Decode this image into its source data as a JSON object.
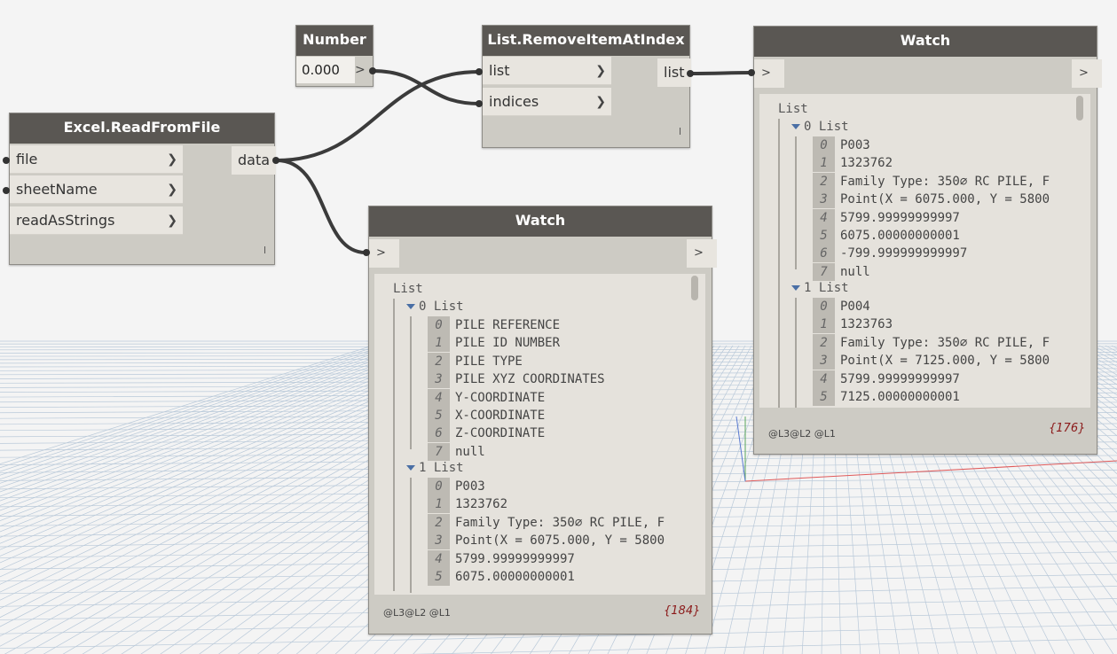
{
  "canvas": {
    "background": "#f4f4f4",
    "grid_color": "#b9c9d9"
  },
  "colors": {
    "header": "#5a5753",
    "node_body": "#cdcbc4",
    "port": "#e8e5df",
    "wire": "#3b3b3b",
    "count": "#8b1a1a"
  },
  "nodes": {
    "number": {
      "title": "Number",
      "value": "0.000",
      "arrow": ">"
    },
    "remove": {
      "title": "List.RemoveItemAtIndex",
      "inputs": [
        "list",
        "indices"
      ],
      "output": "list",
      "lacing": "l"
    },
    "excel": {
      "title": "Excel.ReadFromFile",
      "inputs": [
        "file",
        "sheetName",
        "readAsStrings"
      ],
      "output": "data",
      "lacing": "l"
    }
  },
  "watch1": {
    "title": "Watch",
    "in_arrow": ">",
    "out_arrow": ">",
    "root": "List",
    "groups": [
      {
        "label": "0 List",
        "items": [
          "PILE REFERENCE",
          "PILE ID NUMBER",
          "PILE TYPE",
          "PILE XYZ COORDINATES",
          "Y-COORDINATE",
          "X-COORDINATE",
          "Z-COORDINATE",
          "null"
        ]
      },
      {
        "label": "1 List",
        "items": [
          "P003",
          "1323762",
          "Family Type: 350∅ RC PILE, F",
          "Point(X = 6075.000, Y = 5800",
          "5799.99999999997",
          "6075.00000000001"
        ]
      }
    ],
    "levels": "@L3@L2 @L1",
    "count": "{184}"
  },
  "watch2": {
    "title": "Watch",
    "in_arrow": ">",
    "out_arrow": ">",
    "root": "List",
    "groups": [
      {
        "label": "0 List",
        "items": [
          "P003",
          "1323762",
          "Family Type: 350∅ RC PILE, F",
          "Point(X = 6075.000, Y = 5800",
          "5799.99999999997",
          "6075.00000000001",
          "-799.999999999997",
          "null"
        ]
      },
      {
        "label": "1 List",
        "items": [
          "P004",
          "1323763",
          "Family Type: 350∅ RC PILE, F",
          "Point(X = 7125.000, Y = 5800",
          "5799.99999999997",
          "7125.00000000001"
        ]
      }
    ],
    "levels": "@L3@L2 @L1",
    "count": "{176}"
  }
}
